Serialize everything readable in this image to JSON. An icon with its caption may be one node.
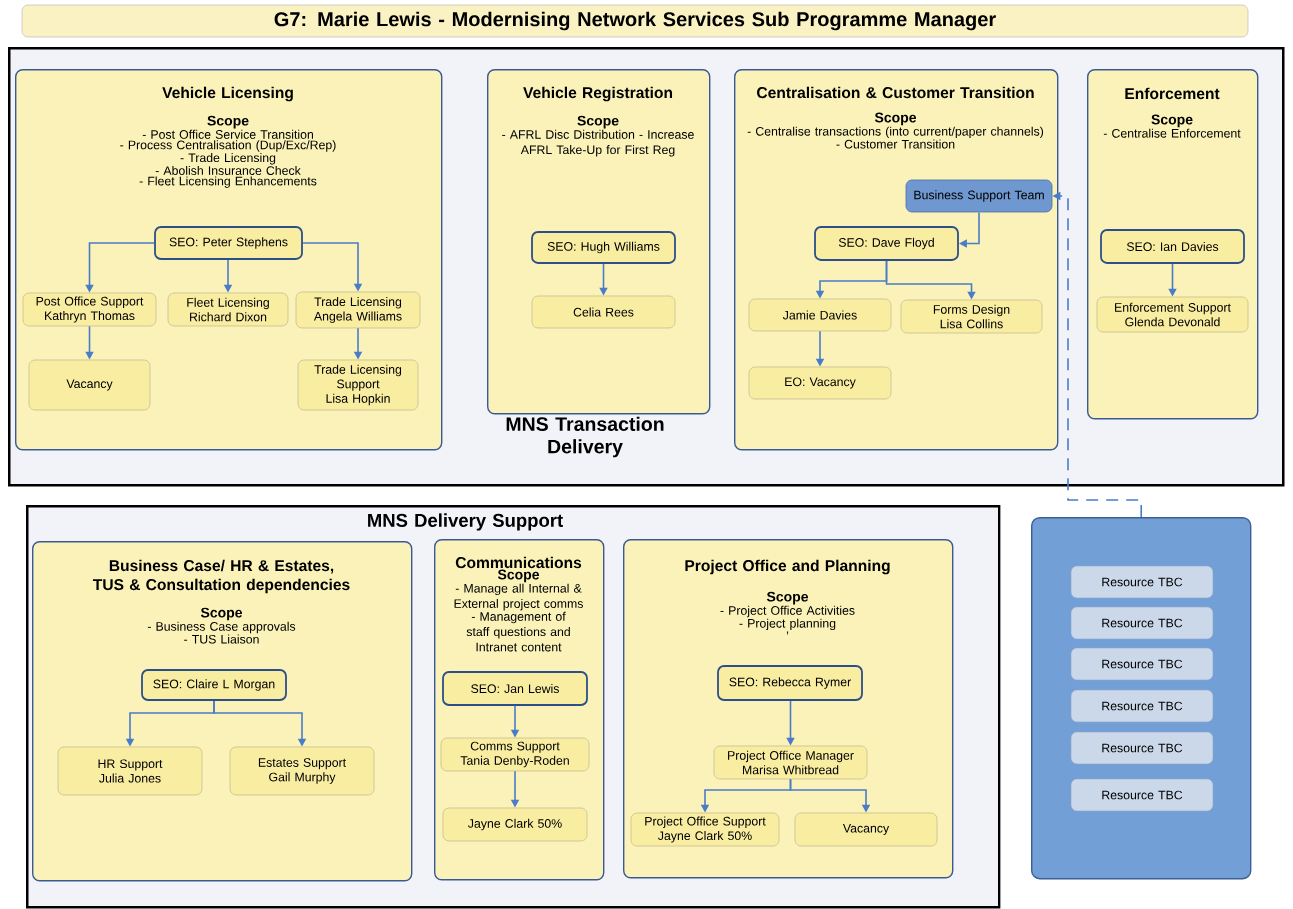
{
  "diagram": {
    "nodes": [
      {
        "text": [
          "G7: Marie Lewis - Modernising Network Services Sub Programme Manager"
        ]
      },
      {
        "text": [
          "MNS Transaction Delivery"
        ]
      },
      {
        "text": [
          "Vehicle Licensing",
          "Scope",
          "- Post Office Service Transition",
          "- Process Centralisation (Dup/Exc/Rep)",
          "- Trade Licensing",
          "- Abolish Insurance Check",
          "- Fleet Licensing Enhancements"
        ],
        "in": 1
      },
      {
        "text": [
          "SEO: Peter Stephens"
        ],
        "in": 2
      },
      {
        "text": [
          "Post Office Support",
          "Kathryn Thomas"
        ],
        "in": 2
      },
      {
        "text": [
          "Fleet Licensing",
          "Richard Dixon"
        ],
        "in": 2
      },
      {
        "text": [
          "Trade Licensing",
          "Angela Williams"
        ],
        "in": 2
      },
      {
        "text": [
          "Vacancy"
        ],
        "in": 2
      },
      {
        "text": [
          "Trade Licensing Support",
          "Lisa Hopkin"
        ],
        "in": 2
      },
      {
        "text": [
          "Vehicle Registration",
          "Scope",
          "- AFRL Disc Distribution - Increase AFRL Take-Up for First Reg"
        ],
        "in": 1
      },
      {
        "text": [
          "SEO: Hugh Williams"
        ],
        "in": 9
      },
      {
        "text": [
          "Celia Rees"
        ],
        "in": 9
      },
      {
        "text": [
          "Centralisation & Customer Transition",
          "Scope",
          "- Centralise transactions (into current/paper channels)",
          "- Customer Transition"
        ],
        "in": 1
      },
      {
        "text": [
          "Business Support Team"
        ],
        "in": 12
      },
      {
        "text": [
          "SEO: Dave Floyd"
        ],
        "in": 12
      },
      {
        "text": [
          "Jamie Davies"
        ],
        "in": 12
      },
      {
        "text": [
          "Forms Design",
          "Lisa Collins"
        ],
        "in": 12
      },
      {
        "text": [
          "EO: Vacancy"
        ],
        "in": 12
      },
      {
        "text": [
          "Enforcement",
          "Scope",
          "- Centralise Enforcement"
        ],
        "in": 1
      },
      {
        "text": [
          "SEO: Ian Davies"
        ],
        "in": 18
      },
      {
        "text": [
          "Enforcement Support",
          "Glenda Devonald"
        ],
        "in": 18
      },
      {
        "text": [
          "MNS Delivery Support"
        ]
      },
      {
        "text": [
          "Business Case/ HR & Estates, TUS & Consultation dependencies",
          "Scope",
          "- Business Case approvals",
          "- TUS Liaison"
        ],
        "in": 21
      },
      {
        "text": [
          "SEO: Claire L Morgan"
        ],
        "in": 22
      },
      {
        "text": [
          "HR Support",
          "Julia Jones"
        ],
        "in": 22
      },
      {
        "text": [
          "Estates Support",
          "Gail Murphy"
        ],
        "in": 22
      },
      {
        "text": [
          "Communications",
          "Scope",
          "- Manage all Internal & External project comms",
          "- Management of staff questions and Intranet content"
        ],
        "in": 21
      },
      {
        "text": [
          "SEO: Jan Lewis"
        ],
        "in": 26
      },
      {
        "text": [
          "Comms Support",
          "Tania Denby-Roden"
        ],
        "in": 26
      },
      {
        "text": [
          "Jayne Clark 50%"
        ],
        "in": 26
      },
      {
        "text": [
          "Project Office and Planning",
          "Scope",
          "- Project Office Activities",
          "- Project planning",
          ","
        ],
        "in": 21
      },
      {
        "text": [
          "SEO: Rebecca Rymer"
        ],
        "in": 30
      },
      {
        "text": [
          "Project Office Manager",
          "Marisa Whitbread"
        ],
        "in": 30
      },
      {
        "text": [
          "Project Office Support",
          "Jayne Clark 50%"
        ],
        "in": 30
      },
      {
        "text": [
          "Vacancy"
        ],
        "in": 30
      },
      {
        "text": [],
        "shape": "box"
      },
      {
        "text": [
          "Resource TBC"
        ],
        "in": 35
      },
      {
        "text": [
          "Resource TBC"
        ],
        "in": 35
      },
      {
        "text": [
          "Resource TBC"
        ],
        "in": 35
      },
      {
        "text": [
          "Resource TBC"
        ],
        "in": 35
      },
      {
        "text": [
          "Resource TBC"
        ],
        "in": 35
      },
      {
        "text": [
          "Resource TBC"
        ],
        "in": 35
      }
    ],
    "edges": [
      {
        "from": 3,
        "to": 4,
        "arrow": "to"
      },
      {
        "from": 3,
        "to": 5,
        "arrow": "to"
      },
      {
        "from": 3,
        "to": 6,
        "arrow": "to"
      },
      {
        "from": 4,
        "to": 7,
        "arrow": "to"
      },
      {
        "from": 6,
        "to": 8,
        "arrow": "to"
      },
      {
        "from": 10,
        "to": 11,
        "arrow": "to"
      },
      {
        "from": 13,
        "to": 14,
        "arrow": "to"
      },
      {
        "from": 14,
        "to": 15,
        "arrow": "to"
      },
      {
        "from": 14,
        "to": 16,
        "arrow": "to"
      },
      {
        "from": 15,
        "to": 17,
        "arrow": "to"
      },
      {
        "from": 19,
        "to": 20,
        "arrow": "to"
      },
      {
        "from": 23,
        "to": 24,
        "arrow": "to"
      },
      {
        "from": 23,
        "to": 25,
        "arrow": "to"
      },
      {
        "from": 27,
        "to": 28,
        "arrow": "to"
      },
      {
        "from": 28,
        "to": 29,
        "arrow": "to"
      },
      {
        "from": 31,
        "to": 32,
        "arrow": "to"
      },
      {
        "from": 32,
        "to": 33,
        "arrow": "to"
      },
      {
        "from": 32,
        "to": 34,
        "arrow": "to"
      },
      {
        "from": 35,
        "to": 13,
        "arrow": "to",
        "style": "dashed"
      }
    ]
  }
}
